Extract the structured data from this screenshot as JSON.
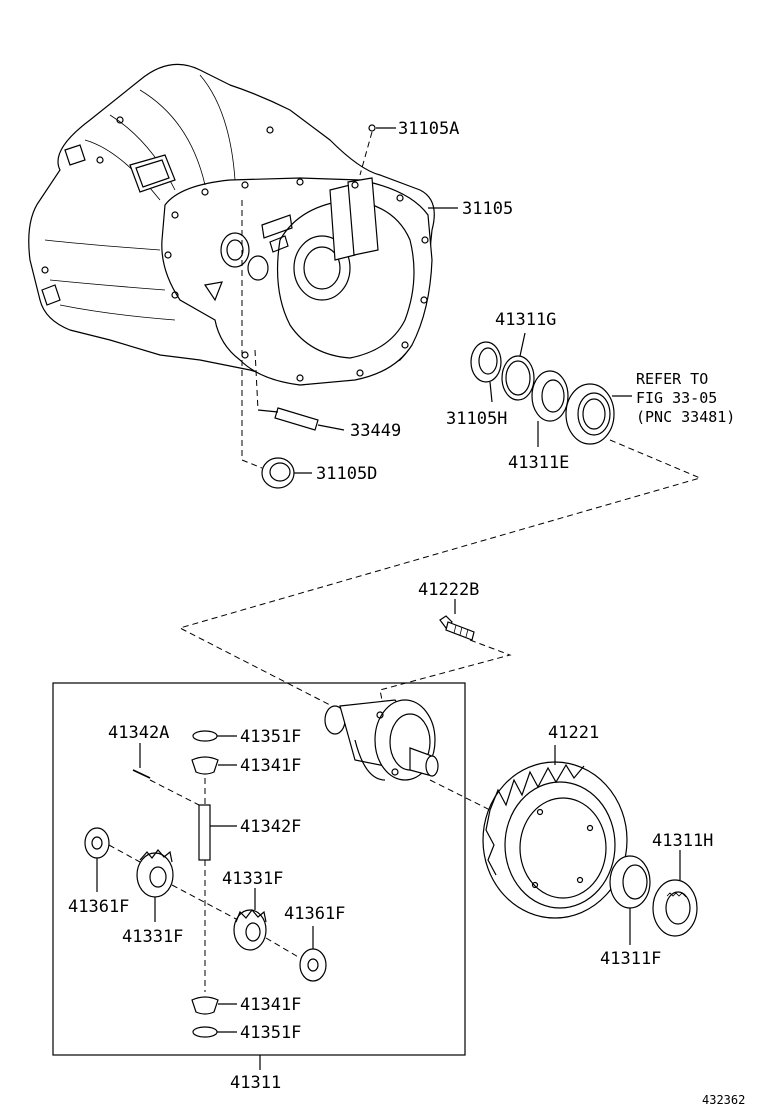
{
  "labels": {
    "p31105A": "31105A",
    "p31105": "31105",
    "p41311G": "41311G",
    "p31105H": "31105H",
    "p41311E": "41311E",
    "p33449": "33449",
    "p31105D": "31105D",
    "p41222B": "41222B",
    "p41342A": "41342A",
    "p41351F_top": "41351F",
    "p41341F_top": "41341F",
    "p41342F": "41342F",
    "p41221": "41221",
    "p41311H": "41311H",
    "p41331F_right": "41331F",
    "p41361F_left": "41361F",
    "p41361F_right": "41361F",
    "p41331F_left": "41331F",
    "p41311F": "41311F",
    "p41341F_bottom": "41341F",
    "p41351F_bottom": "41351F",
    "p41311": "41311"
  },
  "refer_note": {
    "line1": "REFER TO",
    "line2": "FIG 33-05",
    "line3": "(PNC 33481)"
  },
  "diagram_code": "432362"
}
